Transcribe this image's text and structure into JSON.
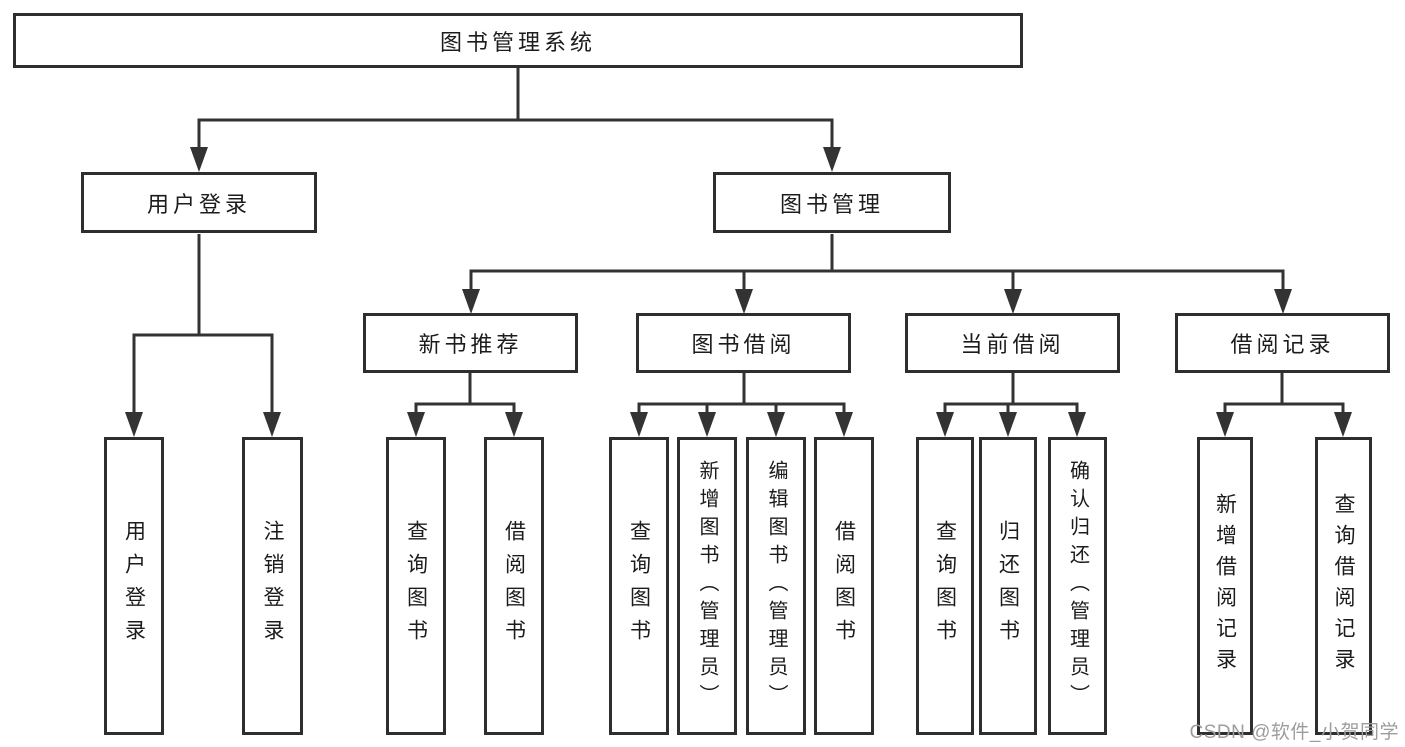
{
  "title": "图书管理系统",
  "watermark": "CSDN @软件_小贺同学",
  "colors": {
    "line": "#333333",
    "box_border": "#2e2e2e",
    "box_fill": "#ffffff",
    "text": "#1c1c1c",
    "watermark_text": "#9d9d9d",
    "background": "#ffffff"
  },
  "chart": {
    "root": {
      "label": "图书管理系统"
    },
    "level2": [
      {
        "label": "用户登录"
      },
      {
        "label": "图书管理"
      }
    ],
    "level3": [
      {
        "label": "新书推荐"
      },
      {
        "label": "图书借阅"
      },
      {
        "label": "当前借阅"
      },
      {
        "label": "借阅记录"
      }
    ],
    "leaves": {
      "user_login": [
        {
          "label": "用户登录"
        },
        {
          "label": "注销登录"
        }
      ],
      "new_book_recommend": [
        {
          "label": "查询图书"
        },
        {
          "label": "借阅图书"
        }
      ],
      "book_borrow": [
        {
          "label": "查询图书"
        },
        {
          "label": "新增图书（管理员）"
        },
        {
          "label": "编辑图书（管理员）"
        },
        {
          "label": "借阅图书"
        }
      ],
      "current_borrow": [
        {
          "label": "查询图书"
        },
        {
          "label": "归还图书"
        },
        {
          "label": "确认归还（管理员）"
        }
      ],
      "borrow_records": [
        {
          "label": "新增借阅记录"
        },
        {
          "label": "查询借阅记录"
        }
      ]
    }
  }
}
